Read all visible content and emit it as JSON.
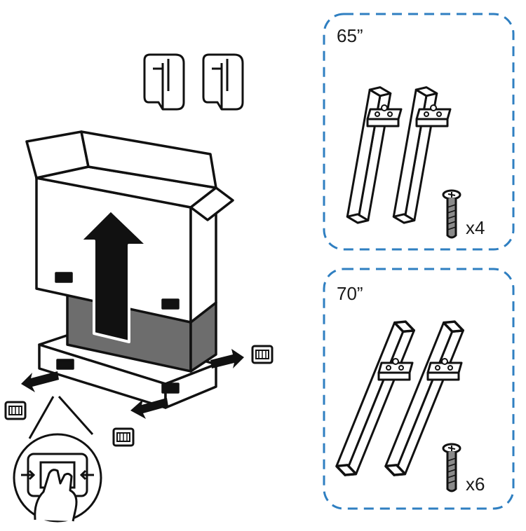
{
  "colors": {
    "outline": "#111111",
    "dashed_border": "#2f7fc1",
    "box_dark": "#6d6d6d",
    "screw": "#8a8a8a",
    "paper": "#ffffff"
  },
  "icons": [
    "clip-icon",
    "box-icon",
    "up-arrow-icon",
    "handle-icon",
    "hand-icon",
    "stand-leg-icon",
    "screw-icon"
  ],
  "kits": [
    {
      "size_label": "65”",
      "quantity_label": "x4"
    },
    {
      "size_label": "70”",
      "quantity_label": "x6"
    }
  ]
}
